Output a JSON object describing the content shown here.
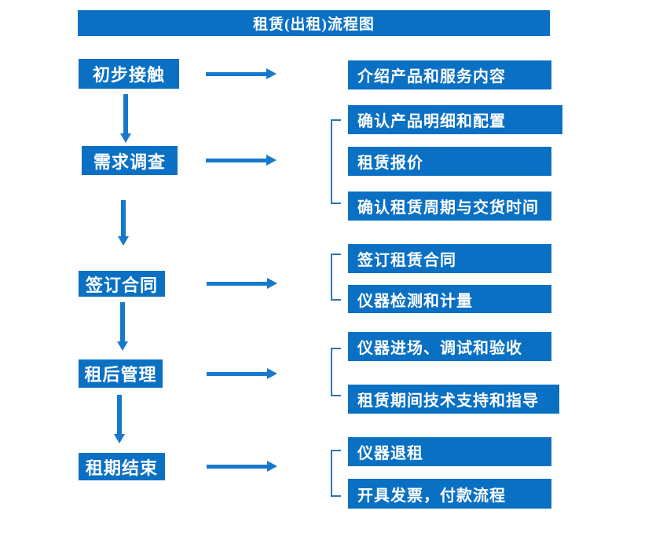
{
  "title": "租赁(出租)流程图",
  "colors": {
    "box_blue": "#0a70c4",
    "arrow_blue": "#1779cc",
    "bracket_blue": "#2e74b5",
    "text_white": "#ffffff",
    "page_bg": "#ffffff"
  },
  "steps": [
    {
      "label": "初步接触",
      "details": [
        "介绍产品和服务内容"
      ]
    },
    {
      "label": "需求调查",
      "details": [
        "确认产品明细和配置",
        "租赁报价",
        "确认租赁周期与交货时间"
      ]
    },
    {
      "label": "签订合同",
      "details": [
        "签订租赁合同",
        "仪器检测和计量"
      ]
    },
    {
      "label": "租后管理",
      "details": [
        "仪器进场、调试和验收",
        "租赁期间技术支持和指导"
      ]
    },
    {
      "label": "租期结束",
      "details": [
        "仪器退租",
        "开具发票，付款流程"
      ]
    }
  ]
}
